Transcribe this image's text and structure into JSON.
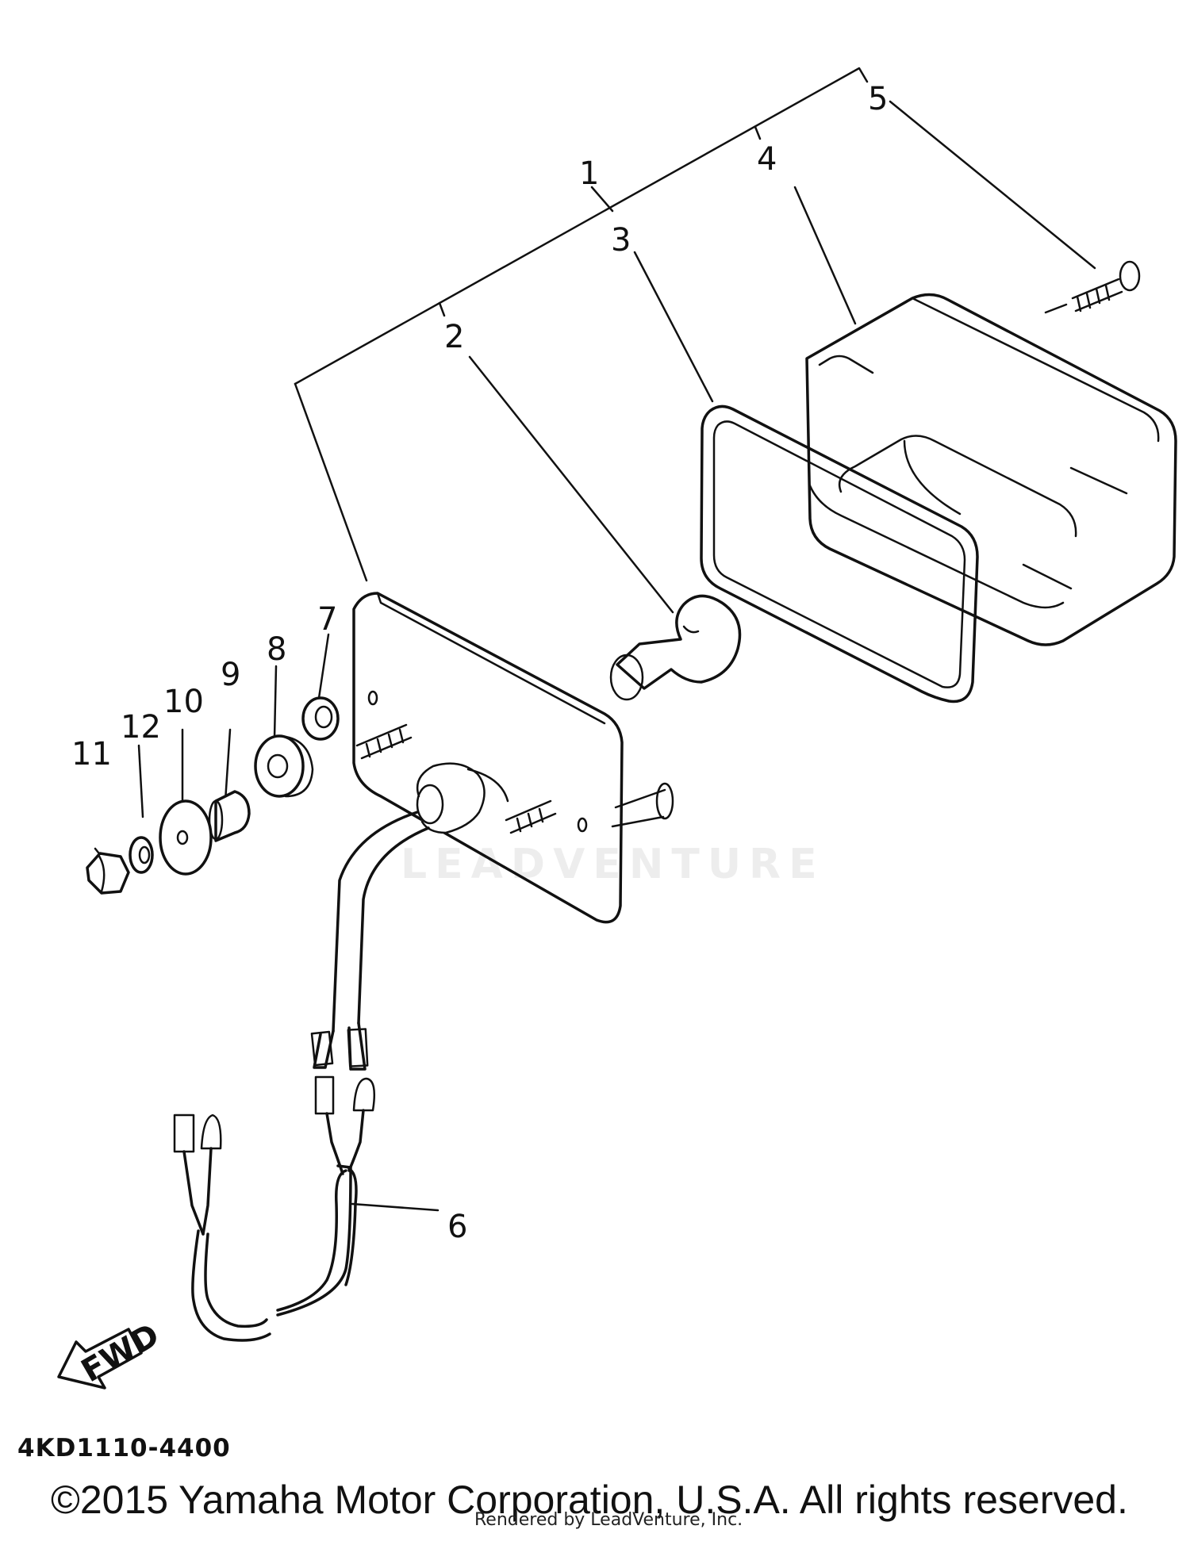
{
  "labels": {
    "p1": "1",
    "p2": "2",
    "p3": "3",
    "p4": "4",
    "p5": "5",
    "p6": "6",
    "p7": "7",
    "p8": "8",
    "p9": "9",
    "p10": "10",
    "p11": "11",
    "p12": "12"
  },
  "fwd_label": "FWD",
  "diagram_code": "4KD1110-4400",
  "copyright": "©2015 Yamaha Motor Corporation, U.S.A. All rights reserved.",
  "rendered_by": "Rendered by LeadVenture, Inc.",
  "watermark": "LEADVENTURE",
  "colors": {
    "ink": "#111111",
    "background": "#ffffff"
  }
}
